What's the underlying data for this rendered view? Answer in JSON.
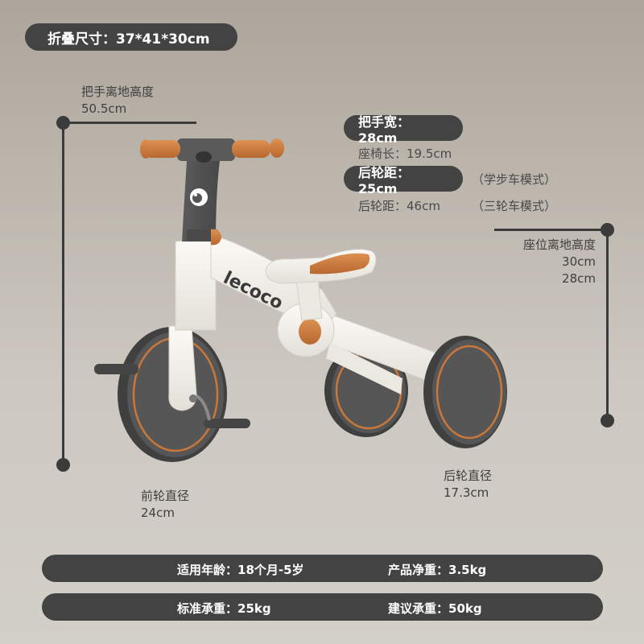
{
  "header": {
    "fold_size": "折叠尺寸：37*41*30cm"
  },
  "dimensions": {
    "handlebar_height": {
      "label": "把手离地高度",
      "value": "50.5cm"
    },
    "seat_height": {
      "label": "座位离地高度",
      "values": [
        "30cm",
        "28cm"
      ]
    },
    "front_wheel": {
      "label": "前轮直径",
      "value": "24cm"
    },
    "rear_wheel": {
      "label": "后轮直径",
      "value": "17.3cm"
    }
  },
  "specs": {
    "handlebar_width": "把手宽：28cm",
    "seat_length": "座椅长：19.5cm",
    "wheelbase_balance": "后轮距：25cm",
    "wheelbase_balance_mode": "（学步车模式）",
    "wheelbase_tricycle": "后轮距：46cm",
    "wheelbase_tricycle_mode": "（三轮车模式）"
  },
  "product": {
    "brand": "lecoco",
    "colors": {
      "frame": "#f2f0ea",
      "accent": "#c9773a",
      "dark": "#555555",
      "tire": "#545454"
    }
  },
  "footer": {
    "rows": [
      {
        "left": "适用年龄：18个月-5岁",
        "right": "产品净重：3.5kg"
      },
      {
        "left": "标准承重：25kg",
        "right": "建议承重：50kg"
      }
    ]
  }
}
